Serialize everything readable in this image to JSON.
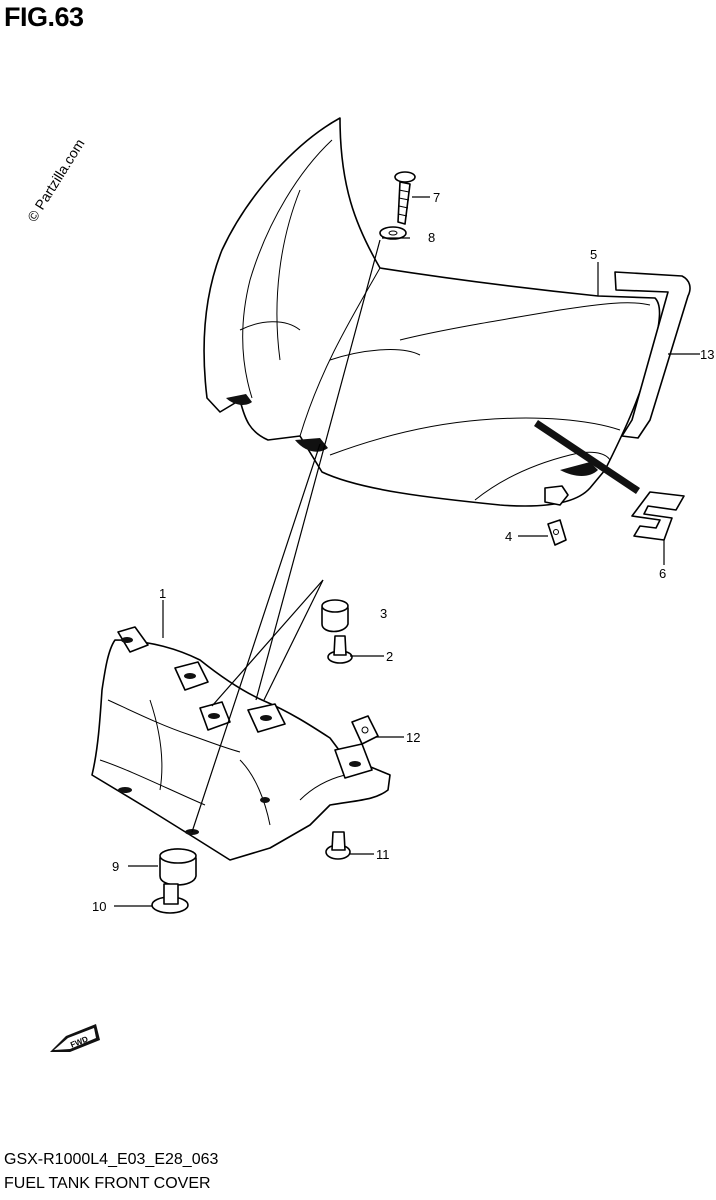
{
  "figure": {
    "title": "FIG.63",
    "watermark": "© Partzilla.com",
    "model_code": "GSX-R1000L4_E03_E28_063",
    "caption": "FUEL TANK FRONT COVER",
    "fwd_label": "FWD"
  },
  "callouts": [
    "1",
    "2",
    "3",
    "4",
    "5",
    "6",
    "7",
    "8",
    "9",
    "10",
    "11",
    "12",
    "13"
  ]
}
